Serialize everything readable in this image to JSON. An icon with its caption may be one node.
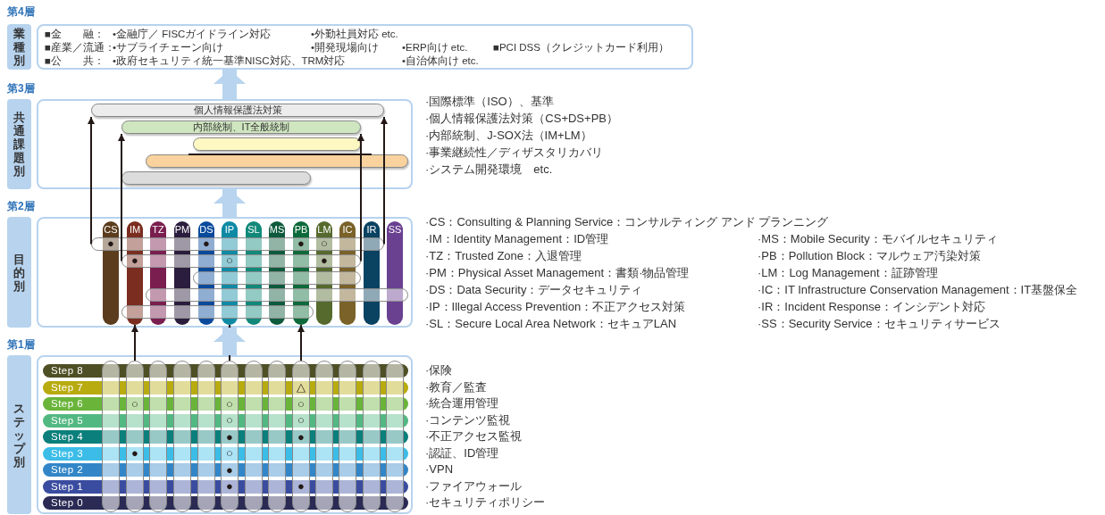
{
  "diagram": {
    "nodes": [
      {
        "text": [
          "第4層",
          "業種別"
        ]
      },
      {
        "text": [
          "第3層",
          "共通課題別"
        ]
      },
      {
        "text": [
          "個人情報保護法対策"
        ],
        "in": 1
      },
      {
        "text": [
          "内部統制、IT全般統制"
        ],
        "in": 1
      },
      {
        "text": [],
        "shape": "bar",
        "in": 1
      },
      {
        "text": [],
        "shape": "bar",
        "in": 1
      },
      {
        "text": [],
        "shape": "bar",
        "in": 1
      },
      {
        "text": [
          "第2層",
          "目的別"
        ]
      },
      {
        "text": [
          "CS"
        ],
        "in": 7
      },
      {
        "text": [
          "IM"
        ],
        "in": 7
      },
      {
        "text": [
          "TZ"
        ],
        "in": 7
      },
      {
        "text": [
          "PM"
        ],
        "in": 7
      },
      {
        "text": [
          "DS"
        ],
        "in": 7
      },
      {
        "text": [
          "IP"
        ],
        "in": 7
      },
      {
        "text": [
          "SL"
        ],
        "in": 7
      },
      {
        "text": [
          "MS"
        ],
        "in": 7
      },
      {
        "text": [
          "PB"
        ],
        "in": 7
      },
      {
        "text": [
          "LM"
        ],
        "in": 7
      },
      {
        "text": [
          "IC"
        ],
        "in": 7
      },
      {
        "text": [
          "IR"
        ],
        "in": 7
      },
      {
        "text": [
          "SS"
        ],
        "in": 7
      },
      {
        "text": [],
        "shape": "bar",
        "in": 7
      },
      {
        "text": [],
        "shape": "bar",
        "in": 7
      },
      {
        "text": [],
        "shape": "bar",
        "in": 7
      },
      {
        "text": [],
        "shape": "bar",
        "in": 7
      },
      {
        "text": [],
        "shape": "bar",
        "in": 7
      },
      {
        "text": [
          "第1層",
          "ステップ別"
        ]
      },
      {
        "text": [
          "Step 8"
        ],
        "in": 26
      },
      {
        "text": [
          "Step 7"
        ],
        "in": 26
      },
      {
        "text": [
          "Step 6"
        ],
        "in": 26
      },
      {
        "text": [
          "Step 5"
        ],
        "in": 26
      },
      {
        "text": [
          "Step 4"
        ],
        "in": 26
      },
      {
        "text": [
          "Step 3"
        ],
        "in": 26
      },
      {
        "text": [
          "Step 2"
        ],
        "in": 26
      },
      {
        "text": [
          "Step 1"
        ],
        "in": 26
      },
      {
        "text": [
          "Step 0"
        ],
        "in": 26
      },
      {
        "text": [],
        "shape": "bar",
        "in": 26
      },
      {
        "text": [],
        "shape": "bar",
        "in": 26
      },
      {
        "text": [],
        "shape": "bar",
        "in": 26
      },
      {
        "text": [],
        "shape": "bar",
        "in": 26
      },
      {
        "text": [],
        "shape": "bar",
        "in": 26
      },
      {
        "text": [],
        "shape": "bar",
        "in": 26
      },
      {
        "text": [],
        "shape": "bar",
        "in": 26
      },
      {
        "text": [],
        "shape": "bar",
        "in": 26
      },
      {
        "text": [],
        "shape": "bar",
        "in": 26
      },
      {
        "text": [],
        "shape": "bar",
        "in": 26
      },
      {
        "text": [],
        "shape": "bar",
        "in": 26
      },
      {
        "text": [],
        "shape": "bar",
        "in": 26
      },
      {
        "text": [],
        "shape": "bar",
        "in": 26
      }
    ],
    "edges": [
      {
        "from": 1,
        "to": 0,
        "arrow": "to",
        "style": "thick",
        "color": "#b8d4ee"
      },
      {
        "from": 21,
        "to": 2,
        "arrow": "to"
      },
      {
        "from": 21,
        "to": 2,
        "arrow": "to"
      },
      {
        "from": 22,
        "to": 3,
        "arrow": "to"
      },
      {
        "from": 22,
        "to": 3,
        "arrow": "to"
      },
      {
        "from": 7,
        "to": 1,
        "arrow": "to",
        "style": "thick",
        "color": "#b8d4ee"
      },
      {
        "from": 37,
        "to": 9,
        "arrow": "to"
      },
      {
        "from": 41,
        "to": 13,
        "arrow": "to"
      },
      {
        "from": 44,
        "to": 16,
        "arrow": "to"
      },
      {
        "from": 26,
        "to": 7,
        "arrow": "to",
        "style": "thick",
        "color": "#b8d4ee"
      }
    ],
    "labels": [
      "■金　　融：",
      "•金融庁／ FISCガイドライン対応",
      "•外勤社員対応 etc.",
      "■産業／流通：",
      "•サプライチェーン向け",
      "•開発現場向け",
      "•ERP向け etc.",
      "■PCI DSS（クレジットカード利用）",
      "■公　　共：",
      "•政府セキュリティ統一基準NISC対応、TRM対応",
      "•自治体向け etc.",
      "·国際標準（ISO）、基準",
      "·個人情報保護法対策（CS+DS+PB）",
      "·内部統制、J-SOX法（IM+LM）",
      "·事業継続性／ディザスタリカバリ",
      "·システム開発環境　etc.",
      "●",
      "●",
      "●",
      "○",
      "●",
      "○",
      "●",
      "·CS：Consulting & Planning Service：コンサルティング アンド プランニング",
      "·IM：Identity Management：ID管理",
      "·MS：Mobile Security：モバイルセキュリティ",
      "·TZ：Trusted Zone：入退管理",
      "·PB：Pollution Block：マルウェア汚染対策",
      "·PM：Physical Asset Management：書類·物品管理",
      "·LM：Log Management：証跡管理",
      "·DS：Data Security：データセキュリティ",
      "·IC：IT Infrastructure Conservation Management：IT基盤保全",
      "·IP：Illegal Access Prevention：不正アクセス対策",
      "·IR：Incident Response：インシデント対応",
      "·SL：Secure Local Area Network：セキュアLAN",
      "·SS：Security Service：セキュリティサービス",
      "△",
      "○",
      "○",
      "○",
      "○",
      "○",
      "●",
      "●",
      "●",
      "○",
      "●",
      "●",
      "●",
      "·保険",
      "·教育／監査",
      "·統合運用管理",
      "·コンテンツ監視",
      "·不正アクセス監視",
      "·認証、ID管理",
      "·VPN",
      "·ファイアウォール",
      "·セキュリティポリシー"
    ]
  }
}
